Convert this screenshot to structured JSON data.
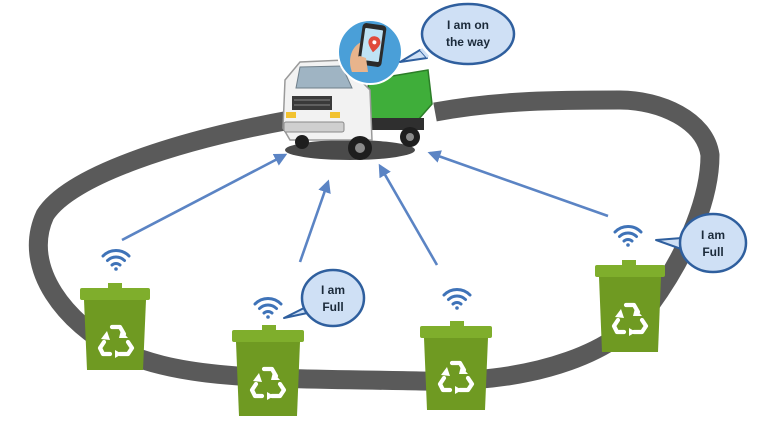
{
  "bubbles": {
    "truck": {
      "line1": "I am on",
      "line2": "the way"
    },
    "bin_2": {
      "line1": "I am",
      "line2": "Full"
    },
    "bin_4": {
      "line1": "I am",
      "line2": "Full"
    }
  },
  "colors": {
    "road": "#5a5a5a",
    "arrow": "#5b84c4",
    "wifi": "#3f73b8",
    "bin_body": "#6f9a22",
    "bin_lid": "#7fae2c",
    "bubble_fill": "#cfe0f5",
    "bubble_stroke": "#2f5f9e",
    "truck_cargo": "#3fae3a",
    "truck_cab": "#f2f2f2",
    "phone_badge": "#4a9fd8"
  },
  "icons": {
    "bin": "recycle-icon",
    "signal": "wifi-icon",
    "vehicle": "garbage-truck-icon",
    "device": "smartphone-location-icon"
  }
}
